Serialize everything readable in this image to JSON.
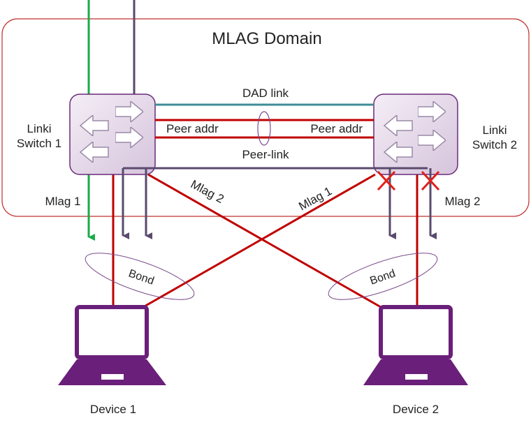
{
  "domain": {
    "title": "MLAG Domain"
  },
  "links": {
    "dad": "DAD link",
    "peer_addr_left": "Peer addr",
    "peer_addr_right": "Peer addr",
    "peer_link": "Peer-link",
    "mlag1_left": "Mlag 1",
    "mlag2_cross": "Mlag 2",
    "mlag1_cross": "Mlag 1",
    "mlag2_right": "Mlag 2"
  },
  "switches": {
    "switch1_line1": "Linki",
    "switch1_line2": "Switch 1",
    "switch2_line1": "Linki",
    "switch2_line2": "Switch 2"
  },
  "bonds": {
    "left": "Bond",
    "right": "Bond"
  },
  "devices": {
    "device1": "Device 1",
    "device2": "Device 2"
  },
  "colors": {
    "domain_border": "#c0302f",
    "red_link": "#c00000",
    "purple_link": "#5a4a6e",
    "dad_link": "#3e8c96",
    "green_path": "#1aaa4b",
    "switch_fill": "#e8dceb",
    "switch_border": "#6a2a7a",
    "device": "#6a1f7a",
    "fail_mark": "#e0201a",
    "bond": "#7a4a8a"
  }
}
